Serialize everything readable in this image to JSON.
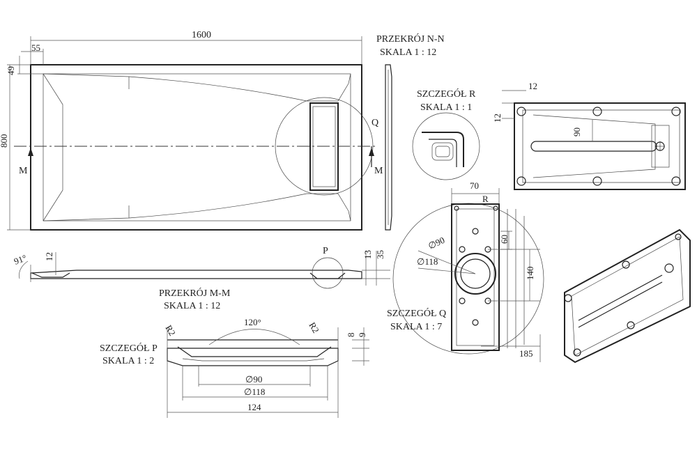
{
  "top_view": {
    "dim_length": "1600",
    "dim_margin_left": "55",
    "dim_margin_top": "49",
    "dim_width": "800",
    "section_marker": "M",
    "detail_marker": "Q"
  },
  "section_nn": {
    "title": "PRZEKRÓJ N-N",
    "scale": "SKALA 1 : 12"
  },
  "detail_r": {
    "title": "SZCZEGÓŁ R",
    "scale": "SKALA 1 : 1"
  },
  "back_view": {
    "dim_12_h": "12",
    "dim_12_v": "12",
    "dim_90": "90"
  },
  "section_mm": {
    "title": "PRZEKRÓJ M-M",
    "scale": "SKALA 1 : 12",
    "angle": "91°",
    "dim_12": "12",
    "dim_13": "13",
    "dim_35": "35",
    "detail_marker": "P"
  },
  "detail_q": {
    "title": "SZCZEGÓŁ Q",
    "scale": "SKALA 1 : 7",
    "dim_70": "70",
    "marker_r": "R",
    "dim_d90": "∅90",
    "dim_d118": "∅118",
    "dim_60": "60",
    "dim_140": "140",
    "dim_185": "185"
  },
  "detail_p": {
    "title": "SZCZEGÓŁ P",
    "scale": "SKALA 1 : 2",
    "radius_left": "R2",
    "radius_right": "R2",
    "angle": "120°",
    "dim_8": "8",
    "dim_9": "9",
    "dim_d90": "∅90",
    "dim_d118": "∅118",
    "dim_124": "124"
  }
}
